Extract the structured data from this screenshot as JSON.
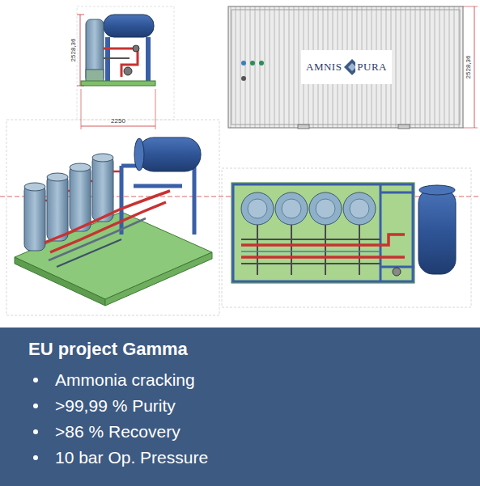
{
  "diagram": {
    "nodes": [
      {
        "text": [
          "AMNIS",
          "PURA"
        ]
      },
      {
        "text": [
          "EU project Gamma",
          "Ammonia cracking",
          ">99,99 % Purity",
          ">86 % Recovery",
          "10 bar Op. Pressure"
        ]
      }
    ],
    "labels": [
      "2528,36",
      "2250",
      "2528,36"
    ]
  }
}
